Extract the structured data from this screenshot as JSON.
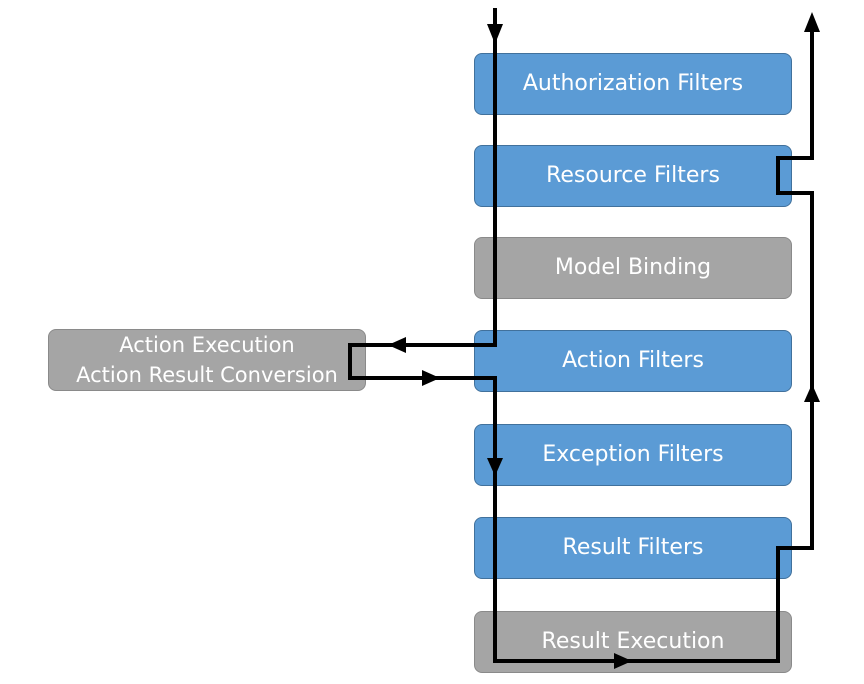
{
  "stages": [
    {
      "id": "b-auth",
      "name": "authorization-filters-box",
      "label": "Authorization Filters",
      "kind": "filter"
    },
    {
      "id": "b-res",
      "name": "resource-filters-box",
      "label": "Resource Filters",
      "kind": "filter"
    },
    {
      "id": "b-model",
      "name": "model-binding-box",
      "label": "Model Binding",
      "kind": "step"
    },
    {
      "id": "b-action",
      "name": "action-filters-box",
      "label": "Action Filters",
      "kind": "filter"
    },
    {
      "id": "b-exc",
      "name": "exception-filters-box",
      "label": "Exception Filters",
      "kind": "filter"
    },
    {
      "id": "b-result",
      "name": "result-filters-box",
      "label": "Result Filters",
      "kind": "filter"
    },
    {
      "id": "b-rexec",
      "name": "result-execution-box",
      "label": "Result Execution",
      "kind": "step"
    }
  ],
  "side_box": {
    "line1": "Action Execution",
    "line2": "Action Result Conversion"
  },
  "colors": {
    "filter_fill": "#5b9bd5",
    "filter_border": "#41719c",
    "step_fill": "#a5a5a5",
    "step_border": "#8a8a8a",
    "text": "#ffffff",
    "flow_line": "#000000"
  }
}
